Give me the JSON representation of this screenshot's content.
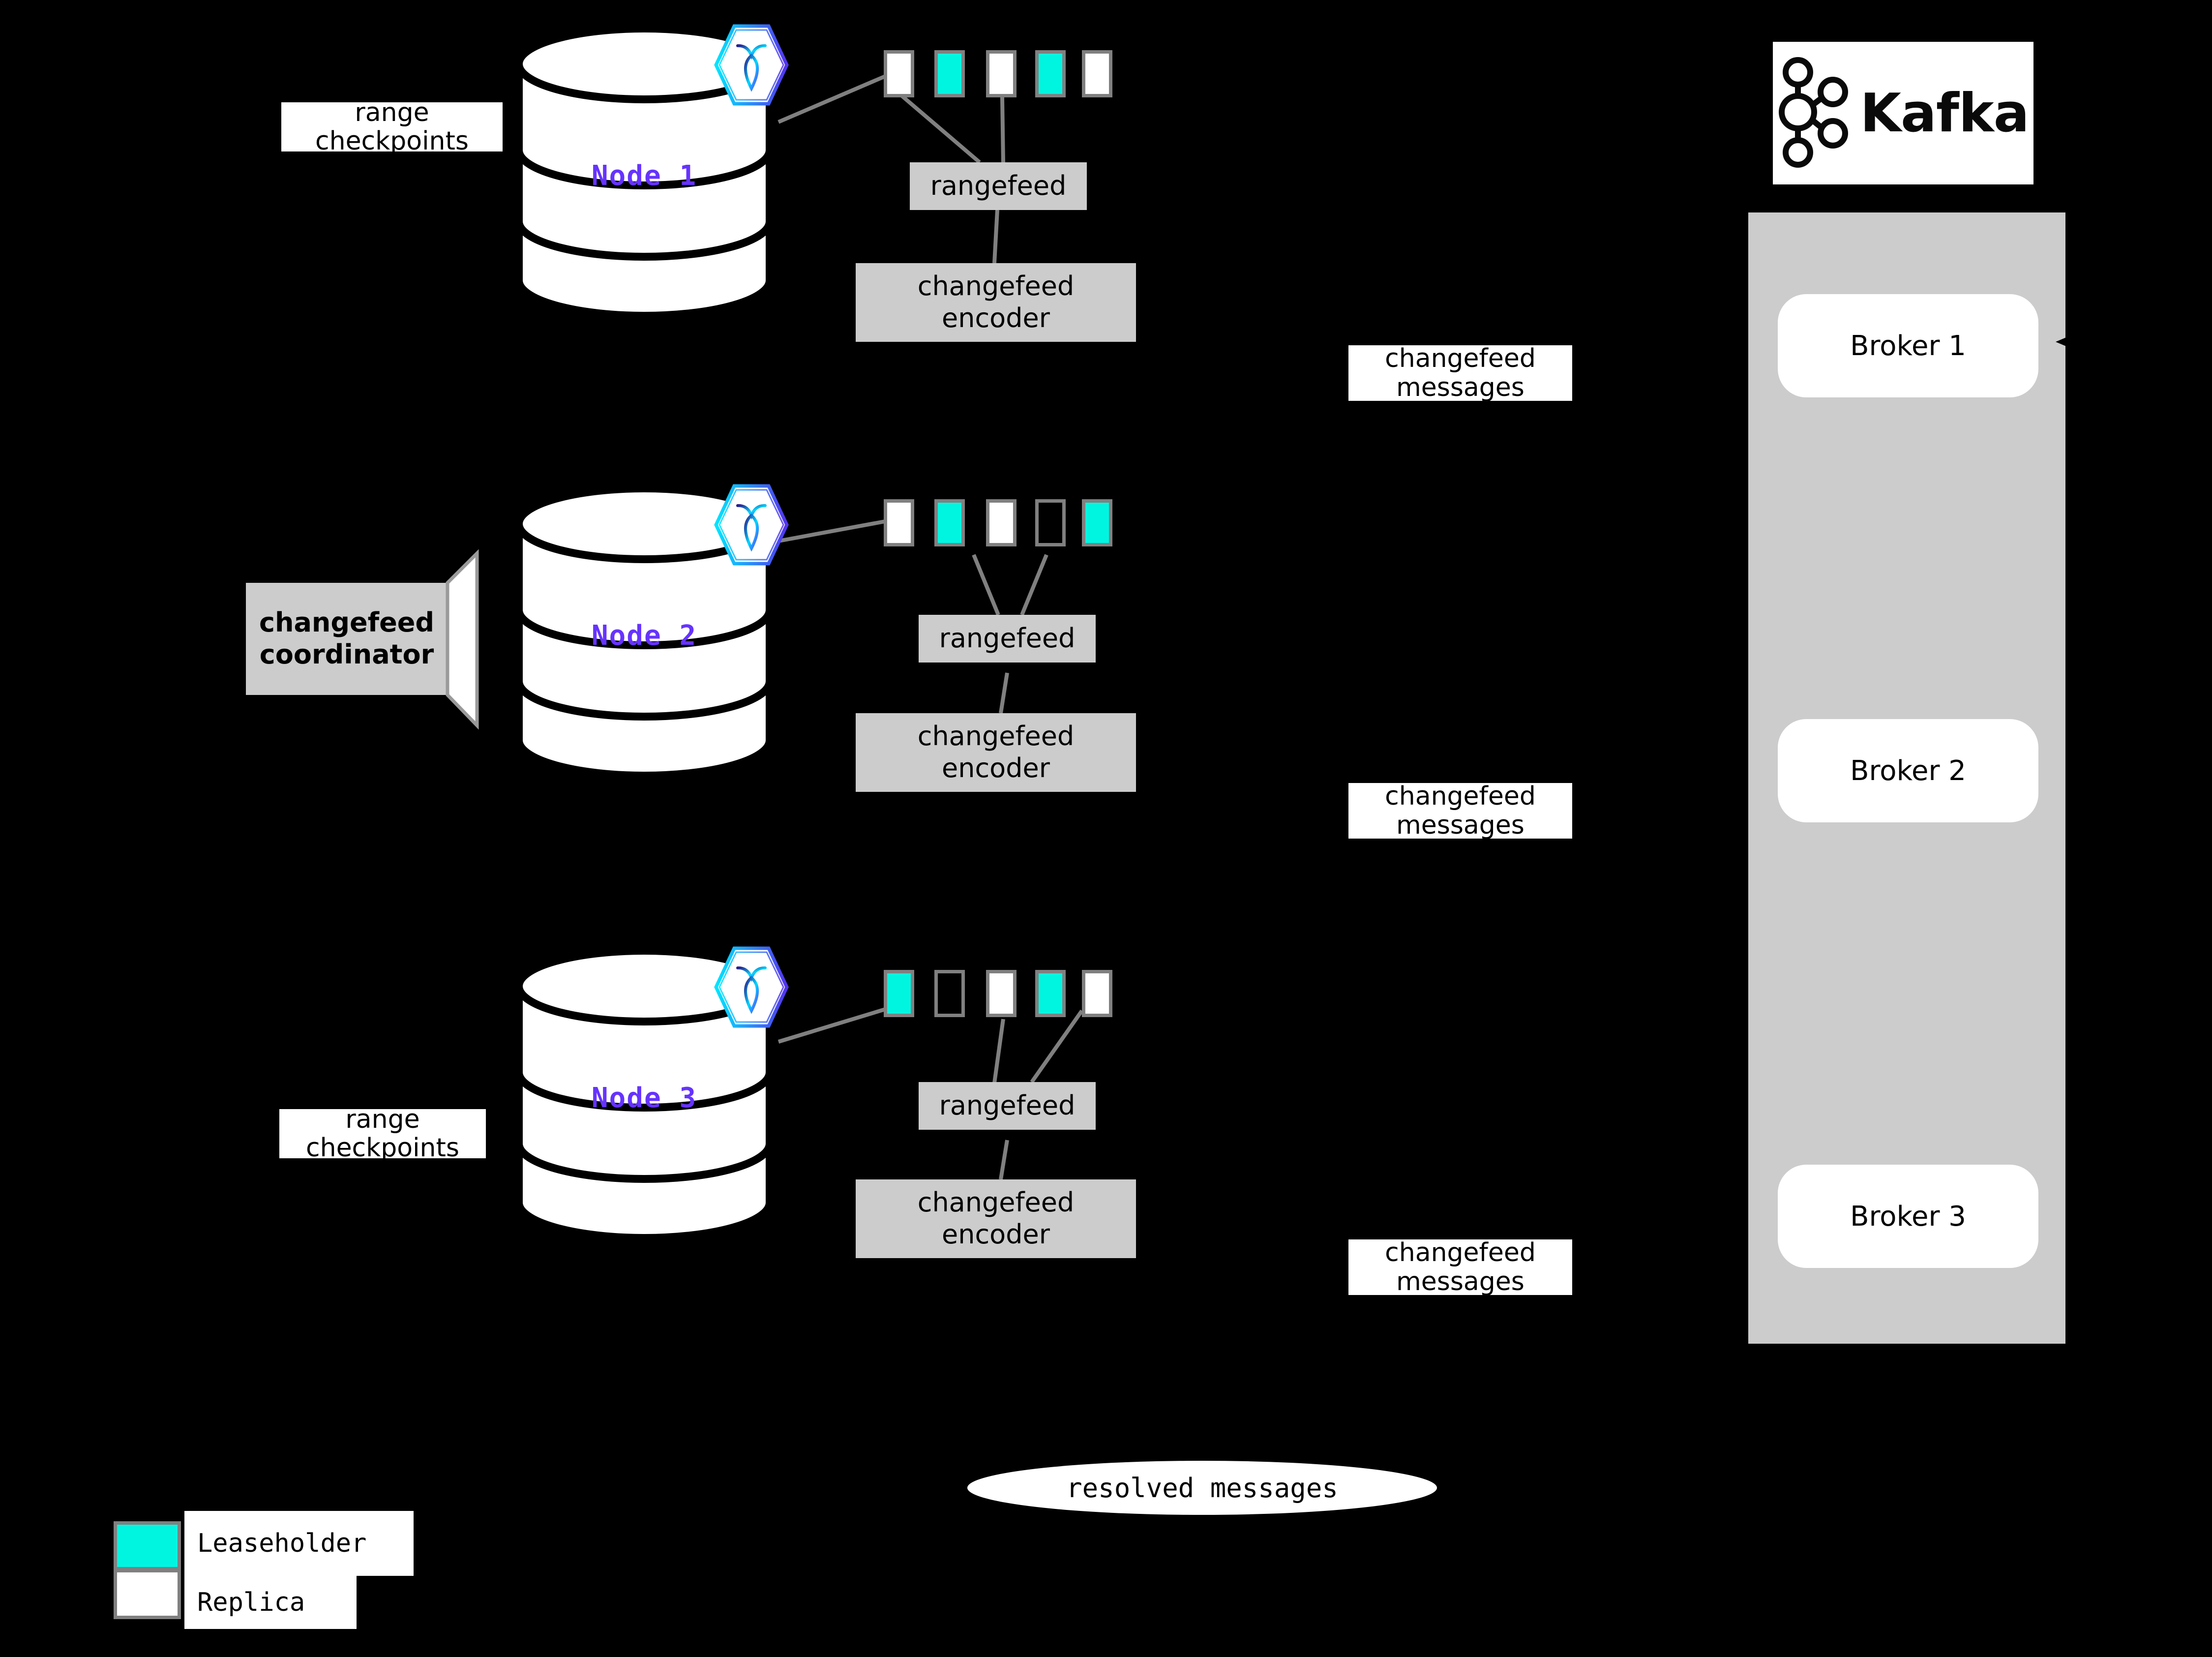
{
  "diagram": {
    "title": "CockroachDB changefeed to Kafka architecture",
    "background": "#000000",
    "colors": {
      "leaseholder": "#00f5e0",
      "replica": "#ffffff",
      "range_border": "#808080",
      "process_box": "#cccccc",
      "node_label": "#6633ff",
      "kafka_panel": "#cccccc",
      "connector": "#808080"
    }
  },
  "nodes": [
    {
      "label": "Node 1",
      "logo_icon": "cockroachdb-hex-icon",
      "ranges": [
        {
          "kind": "replica"
        },
        {
          "kind": "leaseholder"
        },
        {
          "kind": "replica"
        },
        {
          "kind": "leaseholder"
        },
        {
          "kind": "replica"
        }
      ],
      "rangefeed_label": "rangefeed",
      "encoder_label": "changefeed\nencoder",
      "side_label": "range\ncheckpoints",
      "messages_label": "changefeed\nmessages"
    },
    {
      "label": "Node 2",
      "logo_icon": "cockroachdb-hex-icon",
      "ranges": [
        {
          "kind": "replica"
        },
        {
          "kind": "leaseholder"
        },
        {
          "kind": "replica"
        },
        {
          "kind": "empty"
        },
        {
          "kind": "leaseholder"
        }
      ],
      "rangefeed_label": "rangefeed",
      "encoder_label": "changefeed\nencoder",
      "side_label": "changefeed\ncoordinator",
      "messages_label": "changefeed\nmessages"
    },
    {
      "label": "Node 3",
      "logo_icon": "cockroachdb-hex-icon",
      "ranges": [
        {
          "kind": "leaseholder"
        },
        {
          "kind": "empty"
        },
        {
          "kind": "replica"
        },
        {
          "kind": "leaseholder"
        },
        {
          "kind": "replica"
        }
      ],
      "rangefeed_label": "rangefeed",
      "encoder_label": "changefeed\nencoder",
      "side_label": "range\ncheckpoints",
      "messages_label": "changefeed\nmessages"
    }
  ],
  "labels": {
    "range_checkpoints_1": "range\ncheckpoints",
    "range_checkpoints_3": "range\ncheckpoints",
    "changefeed_coordinator": "changefeed\ncoordinator",
    "rangefeed_1": "rangefeed",
    "rangefeed_2": "rangefeed",
    "rangefeed_3": "rangefeed",
    "encoder_1": "changefeed\nencoder",
    "encoder_2": "changefeed\nencoder",
    "encoder_3": "changefeed\nencoder",
    "messages_1": "changefeed\nmessages",
    "messages_2": "changefeed\nmessages",
    "messages_3": "changefeed\nmessages",
    "resolved_messages": "resolved messages",
    "node_1": "Node 1",
    "node_2": "Node 2",
    "node_3": "Node 3"
  },
  "kafka": {
    "wordmark": "Kafka",
    "logo_icon": "kafka-logo-icon",
    "brokers": [
      {
        "label": "Broker 1"
      },
      {
        "label": "Broker 2"
      },
      {
        "label": "Broker 3"
      }
    ]
  },
  "legend": {
    "items": [
      {
        "label": "Leaseholder",
        "swatch": "#00f5e0",
        "icon": "leaseholder-swatch-icon"
      },
      {
        "label": "Replica",
        "swatch": "#ffffff",
        "icon": "replica-swatch-icon"
      }
    ]
  }
}
